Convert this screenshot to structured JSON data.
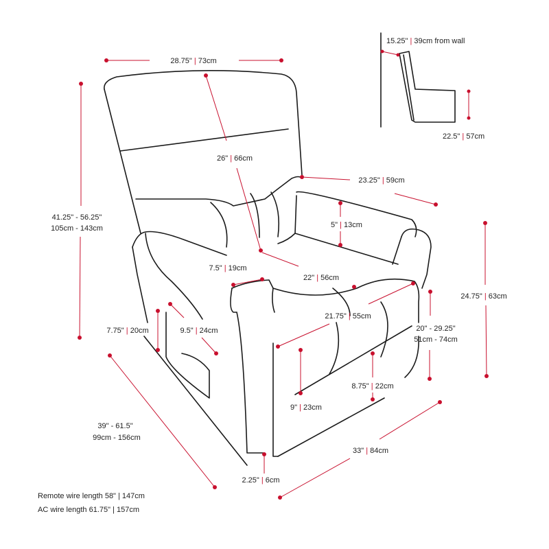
{
  "diagram": {
    "sep": "|",
    "width": {
      "in": "28.75\"",
      "cm": "73cm"
    },
    "back_height": {
      "in": "26\"",
      "cm": "66cm"
    },
    "arm_depth": {
      "in": "23.25\"",
      "cm": "59cm"
    },
    "arm_height_above_seat": {
      "in": "5\"",
      "cm": "13cm"
    },
    "total_height": {
      "line1": "41.25\" - 56.25\"",
      "line2": "105cm - 143cm"
    },
    "arm_width": {
      "in": "7.5\"",
      "cm": "19cm"
    },
    "seat_depth": {
      "in": "22\"",
      "cm": "56cm"
    },
    "seat_width": {
      "in": "21.75\"",
      "cm": "55cm"
    },
    "seat_height": {
      "line1": "20\" - 29.25\"",
      "line2": "51cm - 74cm"
    },
    "arm_height": {
      "in": "24.75\"",
      "cm": "63cm"
    },
    "pocket_height": {
      "in": "7.75\"",
      "cm": "20cm"
    },
    "pocket_width": {
      "in": "9.5\"",
      "cm": "24cm"
    },
    "footrest_height": {
      "in": "8.75\"",
      "cm": "22cm"
    },
    "footrest_depth": {
      "in": "9\"",
      "cm": "23cm"
    },
    "total_depth": {
      "line1": "39\" - 61.5\"",
      "line2": "99cm - 156cm"
    },
    "total_width": {
      "in": "33\"",
      "cm": "84cm"
    },
    "ground_clearance": {
      "in": "2.25\"",
      "cm": "6cm"
    },
    "wall_clearance": {
      "in": "15.25\"",
      "cm": "39cm from wall"
    },
    "inset_height": {
      "in": "22.5\"",
      "cm": "57cm"
    }
  },
  "notes": {
    "remote_wire": "Remote wire length 58\" | 147cm",
    "ac_wire": "AC wire length 61.75\" | 157cm"
  },
  "colors": {
    "dimension": "#c8102e",
    "outline": "#1a1a1a"
  }
}
